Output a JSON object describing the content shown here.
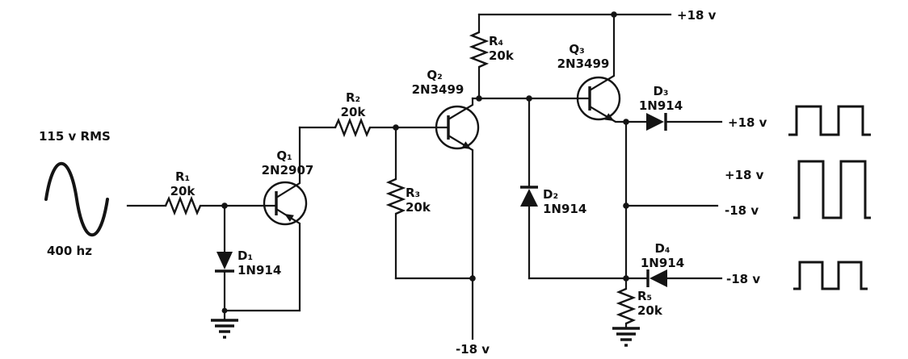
{
  "schematic": {
    "source": {
      "voltage": "115 v RMS",
      "frequency": "400 hz"
    },
    "supplies": {
      "vplus_rail": "+18 v",
      "vminus": "-18 v"
    },
    "components": {
      "r1": {
        "ref": "R₁",
        "value": "20k"
      },
      "r2": {
        "ref": "R₂",
        "value": "20k"
      },
      "r3": {
        "ref": "R₃",
        "value": "20k"
      },
      "r4": {
        "ref": "R₄",
        "value": "20k"
      },
      "r5": {
        "ref": "R₅",
        "value": "20k"
      },
      "q1": {
        "ref": "Q₁",
        "value": "2N2907"
      },
      "q2": {
        "ref": "Q₂",
        "value": "2N3499"
      },
      "q3": {
        "ref": "Q₃",
        "value": "2N3499"
      },
      "d1": {
        "ref": "D₁",
        "value": "1N914"
      },
      "d2": {
        "ref": "D₂",
        "value": "1N914"
      },
      "d3": {
        "ref": "D₃",
        "value": "1N914"
      },
      "d4": {
        "ref": "D₄",
        "value": "1N914"
      }
    },
    "outputs": {
      "out1": {
        "label": "+18 v",
        "waveform": "positive-square-pulses"
      },
      "out2": {
        "label_pos": "+18 v",
        "label_neg": "-18 v",
        "waveform": "bipolar-square-wave"
      },
      "out3": {
        "label": "-18 v",
        "waveform": "negative-square-pulses"
      }
    }
  }
}
